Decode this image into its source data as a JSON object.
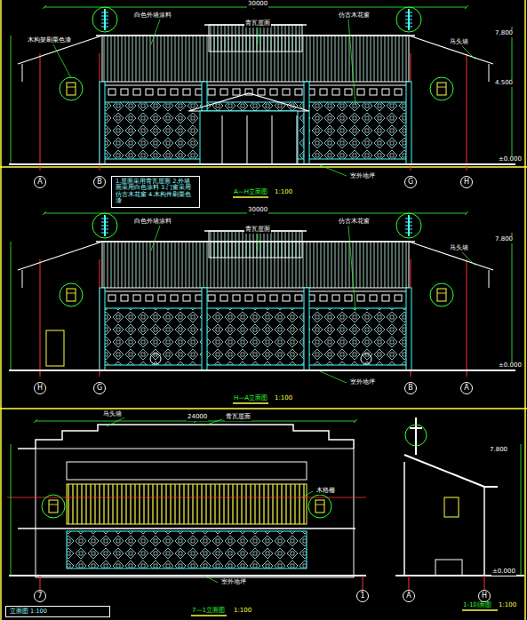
{
  "diagram": {
    "nodes": [
      {
        "text": [
          "A"
        ]
      },
      {
        "text": [
          "B"
        ]
      },
      {
        "text": [
          "G"
        ]
      },
      {
        "text": [
          "H"
        ]
      },
      {
        "text": [
          "H"
        ]
      },
      {
        "text": [
          "G"
        ]
      },
      {
        "text": [
          "B"
        ]
      },
      {
        "text": [
          "A"
        ]
      },
      {
        "text": [
          "7"
        ]
      },
      {
        "text": [
          "1"
        ]
      },
      {
        "text": [
          "A"
        ]
      },
      {
        "text": [
          "H"
        ]
      },
      {
        "text": [
          "1.屋面采用青瓦屋面 2.外墙面采用白色涂料 3.门窗采用仿古木花窗 4.木构件刷栗色漆"
        ]
      },
      {
        "text": [
          "立面图 1:100"
        ]
      }
    ],
    "labels": [
      "A—H立面图",
      "1:100",
      "青瓦屋面",
      "白色外墙涂料",
      "仿古木花窗",
      "木构架刷栗色漆",
      "马头墙",
      "室外地坪",
      "±0.000",
      "7.800",
      "4.500",
      "H—A立面图",
      "1:100",
      "青瓦屋面",
      "白色外墙涂料",
      "仿古木花窗",
      "马头墙",
      "室外地坪",
      "±0.000",
      "7.800",
      "7—1立面图",
      "1:100",
      "青瓦屋面",
      "木格栅",
      "马头墙",
      "室外地坪",
      "1-1剖面图",
      "1:100",
      "7.800",
      "±0.000",
      "30000",
      "30000",
      "24000"
    ]
  }
}
